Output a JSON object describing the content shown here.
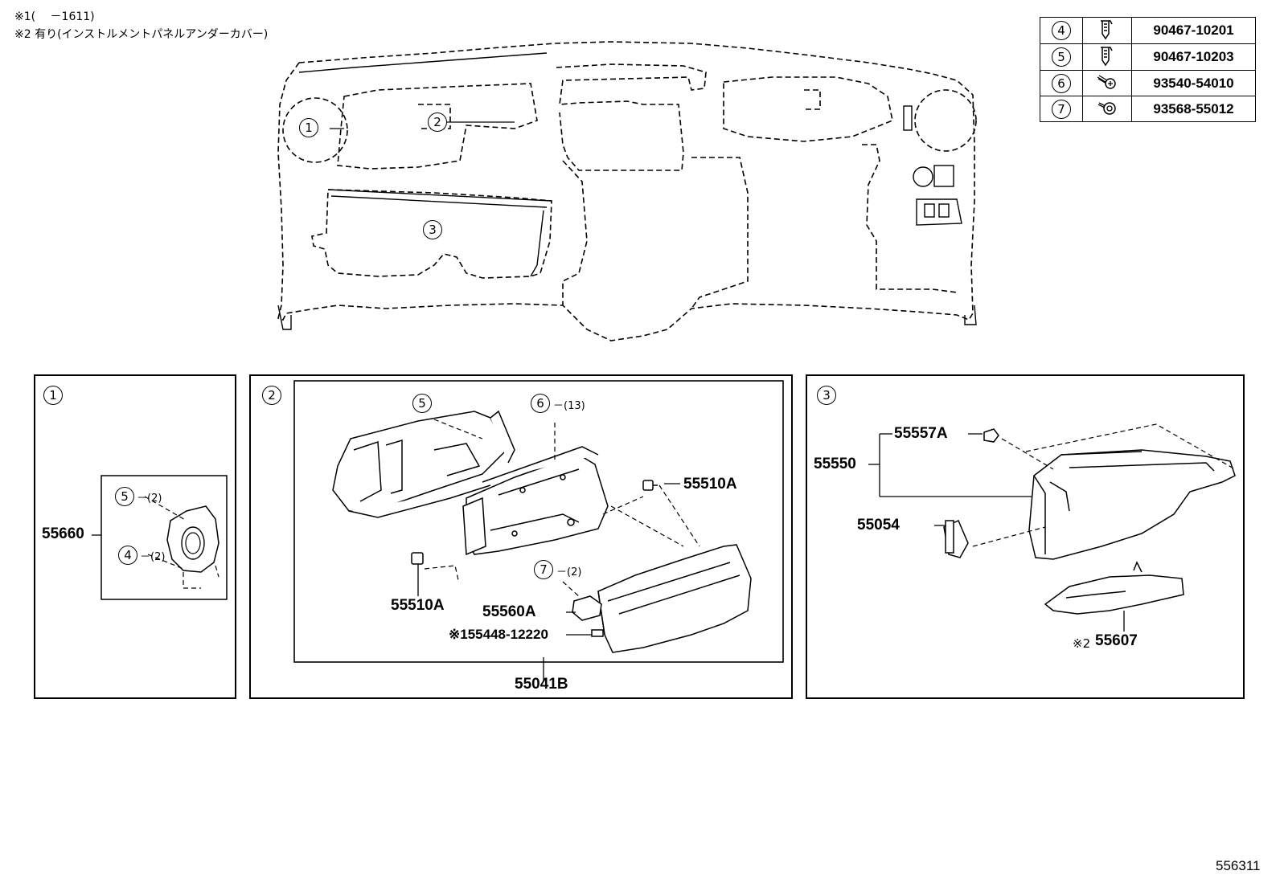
{
  "notes": {
    "line1": "※1(　 －1611)",
    "line2": "※2 有り(インストルメントパネルアンダーカバー)"
  },
  "parts_table": [
    {
      "ref": "4",
      "icon": "clip-icon",
      "part_no": "90467-10201"
    },
    {
      "ref": "5",
      "icon": "clip-icon",
      "part_no": "90467-10203"
    },
    {
      "ref": "6",
      "icon": "screw-icon",
      "part_no": "93540-54010"
    },
    {
      "ref": "7",
      "icon": "bolt-icon",
      "part_no": "93568-55012"
    }
  ],
  "overview": {
    "callouts": [
      "1",
      "2",
      "3"
    ]
  },
  "panel1": {
    "number": "1",
    "part": "55660",
    "ref5": "5",
    "ref5_qty": "－(2)",
    "ref4": "4",
    "ref4_qty": "－(2)"
  },
  "panel2": {
    "number": "2",
    "assembly": "55041B",
    "ref5": "5",
    "ref6": "6",
    "ref6_qty": "－(13)",
    "ref7": "7",
    "ref7_qty": "－(2)",
    "part_55510a_right": "55510A",
    "part_55510a_left": "55510A",
    "part_55560a": "55560A",
    "part_55448": "※155448-12220"
  },
  "panel3": {
    "number": "3",
    "part_55550": "55550",
    "part_55557a": "55557A",
    "part_55054": "55054",
    "part_55607_note": "※2",
    "part_55607": "55607"
  },
  "illustration_id": "556311"
}
